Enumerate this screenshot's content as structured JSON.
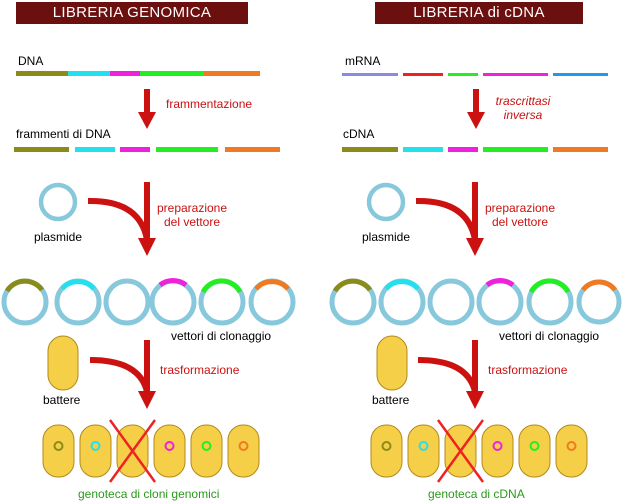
{
  "left_panel": {
    "title": "LIBRERIA GENOMICA",
    "input_label": "DNA",
    "step1_label": "frammentazione",
    "fragments_label": "frammenti di DNA",
    "step2_line1": "preparazione",
    "step2_line2": "del vettore",
    "plasmid_label": "plasmide",
    "vectors_label": "vettori di clonaggio",
    "step3_label": "trasformazione",
    "bacteria_label": "battere",
    "result_label": "genoteca di cloni genomici"
  },
  "right_panel": {
    "title": "LIBRERIA di cDNA",
    "input_label": "mRNA",
    "step1_line1": "trascrittasi",
    "step1_line2": "inversa",
    "fragments_label": "cDNA",
    "step2_line1": "preparazione",
    "step2_line2": "del vettore",
    "plasmid_label": "plasmide",
    "vectors_label": "vettori di clonaggio",
    "step3_label": "trasformazione",
    "bacteria_label": "battere",
    "result_label": "genoteca di cDNA"
  },
  "colors": {
    "title_bg": "#6b0f0f",
    "arrow": "#cc1111",
    "plasmid": "#88c8dc",
    "bacterium_fill": "#f6cf48",
    "bacterium_stroke": "#b08a1a",
    "result_text": "#2a9a1a",
    "segment_olive": "#8b8b1a",
    "segment_cyan": "#22e0ee",
    "segment_magenta": "#ee22dd",
    "segment_green": "#22ee22",
    "segment_orange": "#f07a22",
    "mrna_blue": "#8a8ae6",
    "mrna_red": "#ee2222",
    "mrna_cyan": "#2299ee"
  }
}
